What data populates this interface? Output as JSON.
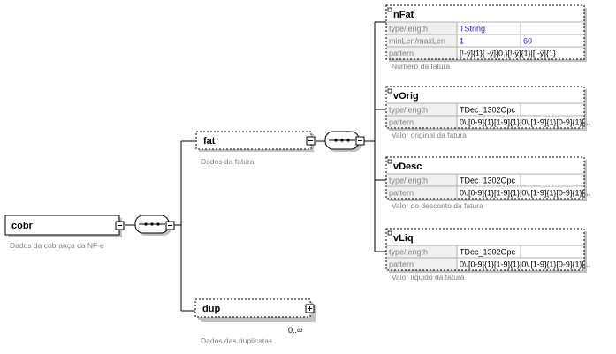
{
  "nodes": {
    "cobr": {
      "name": "cobr",
      "annotation": "Dados da cobrança da NF-e"
    },
    "fat": {
      "name": "fat",
      "annotation": "Dados da fatura"
    },
    "dup": {
      "name": "dup",
      "annotation": "Dados das duplicatas",
      "occurrence": "0..∞"
    }
  },
  "fields": [
    {
      "name": "nFat",
      "annotation": "Número da fatura",
      "rows": [
        {
          "label": "type/length",
          "values": [
            "TString",
            ""
          ],
          "highlight": true
        },
        {
          "label": "minLen/maxLen",
          "values": [
            "1",
            "60"
          ],
          "highlight": true
        },
        {
          "label": "pattern",
          "values": [
            "[!-ÿ]{1}[ -ÿ]{0,}[!-ÿ]{1}|[!-ÿ]{1}"
          ],
          "highlight": false
        }
      ]
    },
    {
      "name": "vOrig",
      "annotation": "Valor original da fatura",
      "rows": [
        {
          "label": "type/length",
          "values": [
            "TDec_1302Opc"
          ],
          "highlight": false
        },
        {
          "label": "pattern",
          "values": [
            "0\\.[0-9]{1}[1-9]{1}|0\\.[1-9]{1}[0-9]{1}|..."
          ],
          "highlight": false
        }
      ]
    },
    {
      "name": "vDesc",
      "annotation": "Valor do desconto da fatura",
      "rows": [
        {
          "label": "type/length",
          "values": [
            "TDec_1302Opc"
          ],
          "highlight": false
        },
        {
          "label": "pattern",
          "values": [
            "0\\.[0-9]{1}[1-9]{1}|0\\.[1-9]{1}[0-9]{1}|..."
          ],
          "highlight": false
        }
      ]
    },
    {
      "name": "vLiq",
      "annotation": "Valor líquido da fatura",
      "rows": [
        {
          "label": "type/length",
          "values": [
            "TDec_1302Opc"
          ],
          "highlight": false
        },
        {
          "label": "pattern",
          "values": [
            "0\\.[0-9]{1}[1-9]{1}|0\\.[1-9]{1}[0-9]{1}|..."
          ],
          "highlight": false
        }
      ]
    }
  ]
}
